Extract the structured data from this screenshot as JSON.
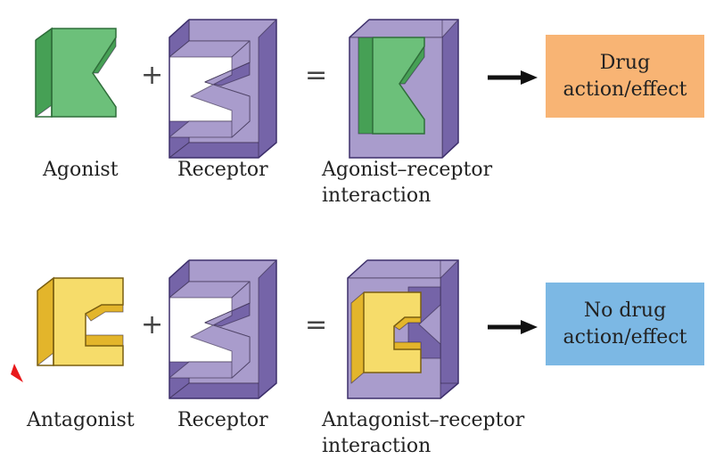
{
  "colors": {
    "agonist": "#6cc07a",
    "agonist_side": "#46a055",
    "antagonist": "#f6dc6a",
    "antagonist_side": "#e3b52b",
    "receptor": "#a99ccc",
    "receptor_side": "#7564a8",
    "effect_box": "#f8b474",
    "no_effect_box": "#7cb8e4",
    "arrow": "#111111",
    "marker": "#e8191b"
  },
  "icons": {
    "agonist": "agonist-block-icon",
    "receptor": "receptor-block-icon",
    "complex": "agonist-receptor-complex-icon",
    "antagonist": "antagonist-block-icon",
    "antagonist_complex": "antagonist-receptor-complex-icon",
    "arrow": "right-arrow-icon"
  },
  "rows": {
    "agonist": {
      "ligand_label": "Agonist",
      "plus": "+",
      "receptor_label": "Receptor",
      "equals": "=",
      "complex_label_line1": "Agonist–receptor",
      "complex_label_line2": "interaction",
      "result_line1": "Drug",
      "result_line2": "action/effect"
    },
    "antagonist": {
      "ligand_label": "Antagonist",
      "plus": "+",
      "receptor_label": "Receptor",
      "equals": "=",
      "complex_label_line1": "Antagonist–receptor",
      "complex_label_line2": "interaction",
      "result_line1": "No drug",
      "result_line2": "action/effect"
    }
  }
}
